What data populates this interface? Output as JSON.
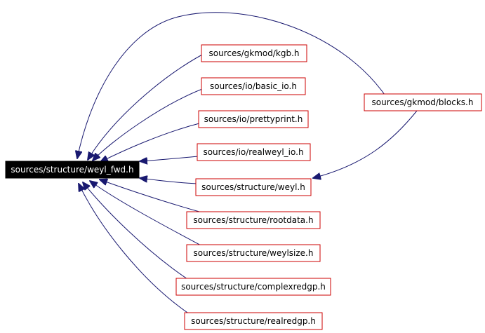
{
  "graph": {
    "root": {
      "label": "sources/structure/weyl_fwd.h"
    },
    "includers": [
      {
        "id": "kgb",
        "label": "sources/gkmod/kgb.h"
      },
      {
        "id": "basic_io",
        "label": "sources/io/basic_io.h"
      },
      {
        "id": "prettyprint",
        "label": "sources/io/prettyprint.h"
      },
      {
        "id": "realweyl_io",
        "label": "sources/io/realweyl_io.h"
      },
      {
        "id": "weyl",
        "label": "sources/structure/weyl.h"
      },
      {
        "id": "rootdata",
        "label": "sources/structure/rootdata.h"
      },
      {
        "id": "weylsize",
        "label": "sources/structure/weylsize.h"
      },
      {
        "id": "complexredgp",
        "label": "sources/structure/complexredgp.h"
      },
      {
        "id": "realredgp",
        "label": "sources/structure/realredgp.h"
      },
      {
        "id": "blocks",
        "label": "sources/gkmod/blocks.h"
      }
    ]
  },
  "colors": {
    "root_fill": "#000000",
    "root_text": "#ffffff",
    "node_border": "#cc0000",
    "node_text": "#000000",
    "edge": "#191970"
  }
}
